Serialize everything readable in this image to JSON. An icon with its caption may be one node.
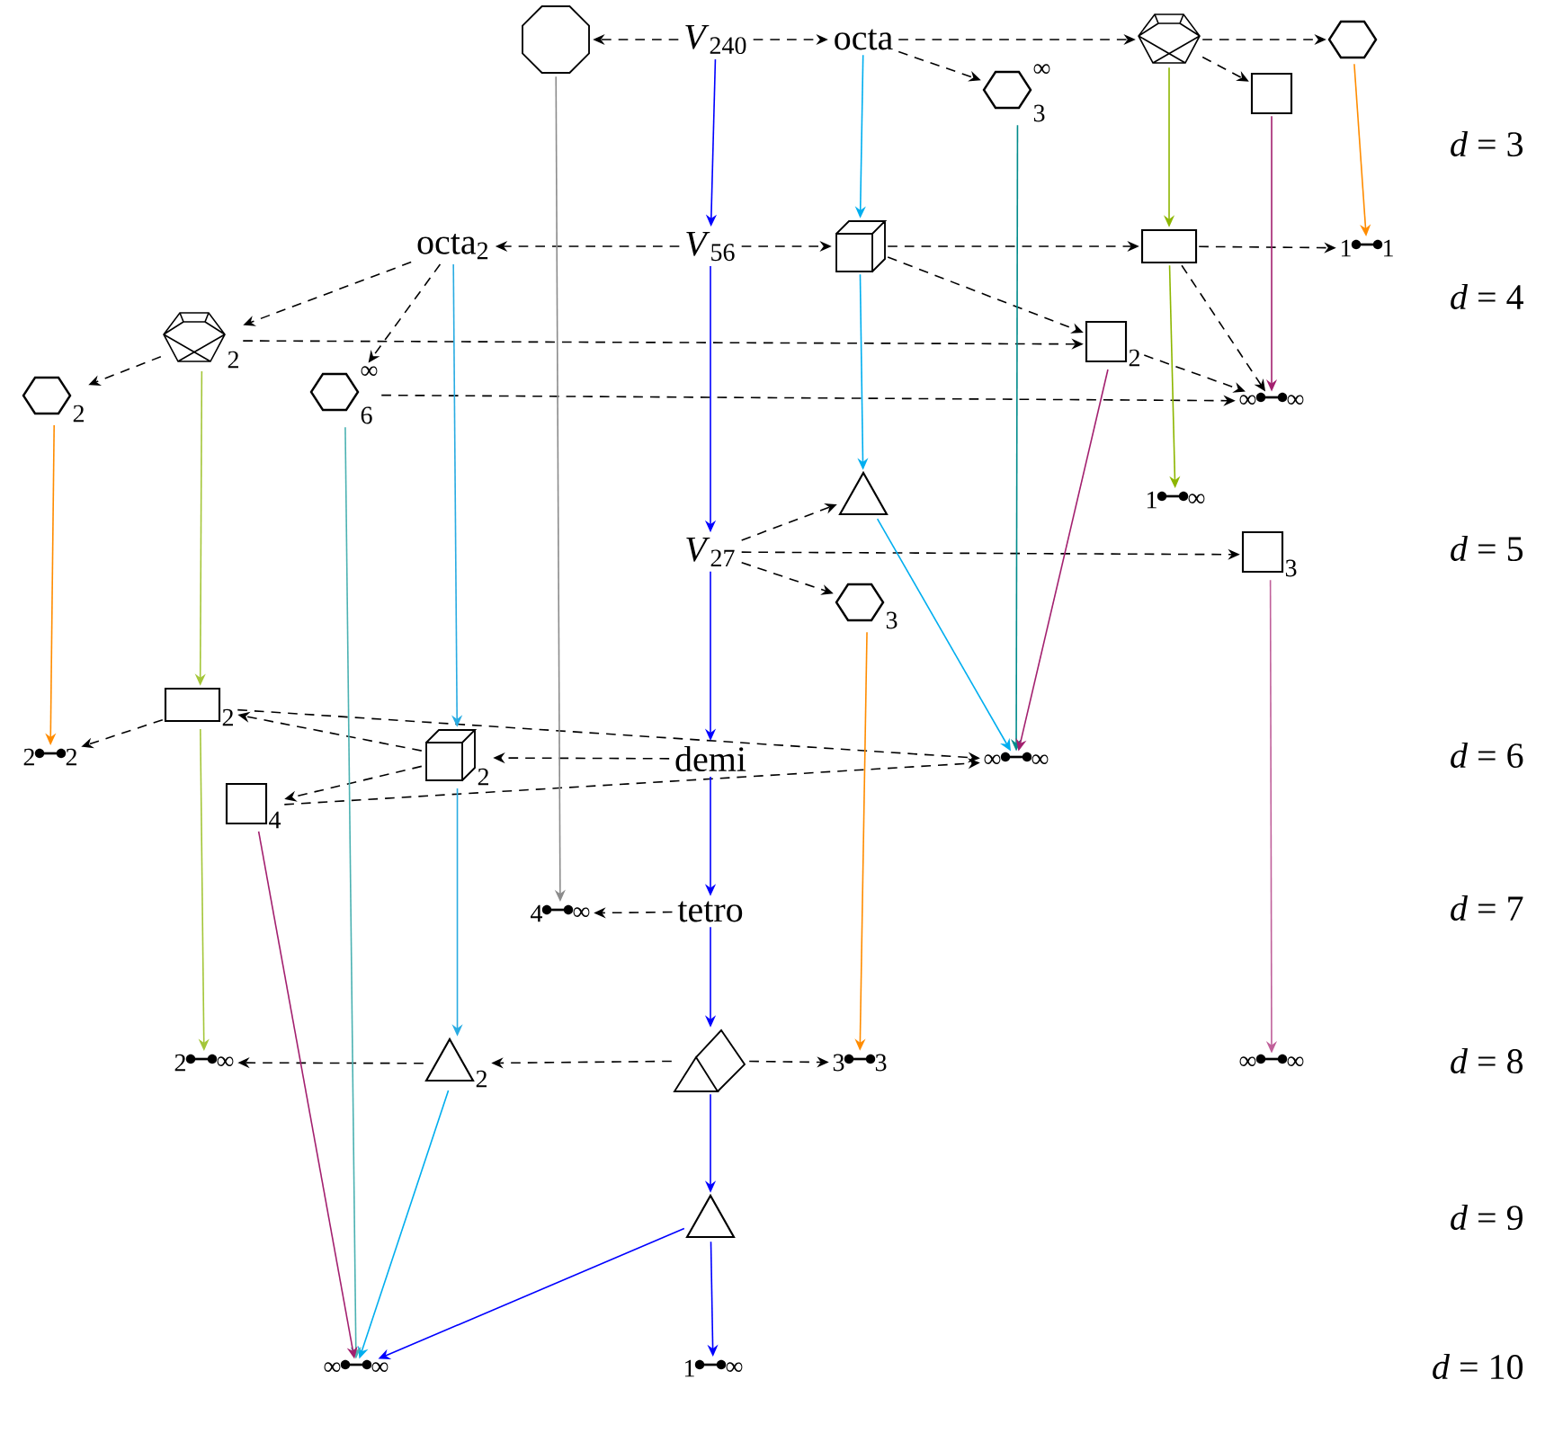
{
  "diagram": {
    "nodes": [
      {
        "text": [],
        "shape": "octagon"
      },
      {
        "text": [
          "*V*$_{240}$"
        ]
      },
      {
        "text": [
          "octa"
        ]
      },
      {
        "text": [
          "∞",
          "3"
        ]
      },
      {
        "text": [],
        "shape": "polyhedron"
      },
      {
        "text": [],
        "shape": "hexagon"
      },
      {
        "text": [],
        "shape": "square"
      },
      {
        "text": [
          "octa$_{2}$"
        ]
      },
      {
        "text": [
          "*V*$_{56}$"
        ]
      },
      {
        "text": [],
        "shape": "cube"
      },
      {
        "text": [],
        "shape": "box"
      },
      {
        "text": [
          "1",
          "1"
        ]
      },
      {
        "text": [
          "2"
        ]
      },
      {
        "text": [
          "2"
        ]
      },
      {
        "text": [
          "2"
        ]
      },
      {
        "text": [
          "∞",
          "6"
        ]
      },
      {
        "text": [
          "∞",
          "∞"
        ]
      },
      {
        "text": [],
        "shape": "triangle"
      },
      {
        "text": [
          "1",
          "∞"
        ]
      },
      {
        "text": [
          "*V*$_{27}$"
        ]
      },
      {
        "text": [
          "3"
        ]
      },
      {
        "text": [
          "3"
        ]
      },
      {
        "text": [
          "2"
        ]
      },
      {
        "text": [
          "2",
          "2"
        ]
      },
      {
        "text": [
          "2"
        ]
      },
      {
        "text": [
          "demi"
        ]
      },
      {
        "text": [
          "∞",
          "∞"
        ]
      },
      {
        "text": [
          "4"
        ]
      },
      {
        "text": [
          "4",
          "∞"
        ]
      },
      {
        "text": [
          "tetro"
        ]
      },
      {
        "text": [
          "2",
          "∞"
        ]
      },
      {
        "text": [
          "2"
        ]
      },
      {
        "text": [],
        "shape": "prism"
      },
      {
        "text": [
          "3",
          "3"
        ]
      },
      {
        "text": [
          "∞",
          "∞"
        ]
      },
      {
        "text": [],
        "shape": "triangle"
      },
      {
        "text": [
          "∞",
          "∞"
        ]
      },
      {
        "text": [
          "1",
          "∞"
        ]
      }
    ],
    "edges": [
      {
        "from": 1,
        "to": 0,
        "arrow": "to",
        "style": "dashed"
      },
      {
        "from": 1,
        "to": 2,
        "arrow": "to",
        "style": "dashed"
      },
      {
        "from": 2,
        "to": 4,
        "arrow": "to",
        "style": "dashed"
      },
      {
        "from": 2,
        "to": 3,
        "arrow": "to",
        "style": "dashed"
      },
      {
        "from": 4,
        "to": 5,
        "arrow": "to",
        "style": "dashed"
      },
      {
        "from": 4,
        "to": 6,
        "arrow": "to",
        "style": "dashed"
      },
      {
        "from": 8,
        "to": 7,
        "arrow": "to",
        "style": "dashed"
      },
      {
        "from": 8,
        "to": 9,
        "arrow": "to",
        "style": "dashed"
      },
      {
        "from": 9,
        "to": 10,
        "arrow": "to",
        "style": "dashed"
      },
      {
        "from": 10,
        "to": 11,
        "arrow": "to",
        "style": "dashed"
      },
      {
        "from": 9,
        "to": 13,
        "arrow": "to",
        "style": "dashed"
      },
      {
        "from": 10,
        "to": 16,
        "arrow": "to",
        "style": "dashed"
      },
      {
        "from": 7,
        "to": 12,
        "arrow": "to",
        "style": "dashed"
      },
      {
        "from": 7,
        "to": 15,
        "arrow": "to",
        "style": "dashed"
      },
      {
        "from": 12,
        "to": 14,
        "arrow": "to",
        "style": "dashed"
      },
      {
        "from": 12,
        "to": 13,
        "arrow": "to",
        "style": "dashed"
      },
      {
        "from": 15,
        "to": 16,
        "arrow": "to",
        "style": "dashed"
      },
      {
        "from": 13,
        "to": 16,
        "arrow": "to",
        "style": "dashed"
      },
      {
        "from": 19,
        "to": 17,
        "arrow": "to",
        "style": "dashed"
      },
      {
        "from": 19,
        "to": 20,
        "arrow": "to",
        "style": "dashed"
      },
      {
        "from": 19,
        "to": 21,
        "arrow": "to",
        "style": "dashed"
      },
      {
        "from": 22,
        "to": 23,
        "arrow": "to",
        "style": "dashed"
      },
      {
        "from": 24,
        "to": 22,
        "arrow": "to",
        "style": "dashed"
      },
      {
        "from": 24,
        "to": 27,
        "arrow": "to",
        "style": "dashed"
      },
      {
        "from": 25,
        "to": 24,
        "arrow": "to",
        "style": "dashed"
      },
      {
        "from": 22,
        "to": 26,
        "arrow": "to",
        "style": "dashed"
      },
      {
        "from": 27,
        "to": 26,
        "arrow": "to",
        "style": "dashed"
      },
      {
        "from": 29,
        "to": 28,
        "arrow": "to",
        "style": "dashed"
      },
      {
        "from": 32,
        "to": 31,
        "arrow": "to",
        "style": "dashed"
      },
      {
        "from": 32,
        "to": 33,
        "arrow": "to",
        "style": "dashed"
      },
      {
        "from": 31,
        "to": 30,
        "arrow": "to",
        "style": "dashed"
      },
      {
        "from": 0,
        "to": 28,
        "arrow": "to",
        "color": "#8c8c8c"
      },
      {
        "from": 1,
        "to": 8,
        "arrow": "to",
        "color": "#0000ff"
      },
      {
        "from": 8,
        "to": 19,
        "arrow": "to",
        "color": "#0000ff"
      },
      {
        "from": 19,
        "to": 25,
        "arrow": "to",
        "color": "#0000ff"
      },
      {
        "from": 25,
        "to": 29,
        "arrow": "to",
        "color": "#0000ff"
      },
      {
        "from": 29,
        "to": 32,
        "arrow": "to",
        "color": "#0000ff"
      },
      {
        "from": 32,
        "to": 35,
        "arrow": "to",
        "color": "#0000ff"
      },
      {
        "from": 35,
        "to": 37,
        "arrow": "to",
        "color": "#0000ff"
      },
      {
        "from": 35,
        "to": 36,
        "arrow": "to",
        "color": "#0000ff"
      },
      {
        "from": 2,
        "to": 9,
        "arrow": "to",
        "color": "#00aeef"
      },
      {
        "from": 9,
        "to": 17,
        "arrow": "to",
        "color": "#00aeef"
      },
      {
        "from": 17,
        "to": 26,
        "arrow": "to",
        "color": "#00aeef"
      },
      {
        "from": 7,
        "to": 24,
        "arrow": "to",
        "color": "#29abe2"
      },
      {
        "from": 24,
        "to": 31,
        "arrow": "to",
        "color": "#29abe2"
      },
      {
        "from": 31,
        "to": 36,
        "arrow": "to",
        "color": "#00aeef"
      },
      {
        "from": 3,
        "to": 26,
        "arrow": "to",
        "color": "#008b8b"
      },
      {
        "from": 15,
        "to": 36,
        "arrow": "to",
        "color": "#4cb2b2"
      },
      {
        "from": 4,
        "to": 10,
        "arrow": "to",
        "color": "#8db600"
      },
      {
        "from": 10,
        "to": 18,
        "arrow": "to",
        "color": "#8db600"
      },
      {
        "from": 12,
        "to": 22,
        "arrow": "to",
        "color": "#a4c639"
      },
      {
        "from": 22,
        "to": 30,
        "arrow": "to",
        "color": "#a4c639"
      },
      {
        "from": 5,
        "to": 11,
        "arrow": "to",
        "color": "#ff8c00"
      },
      {
        "from": 14,
        "to": 23,
        "arrow": "to",
        "color": "#ff8c00"
      },
      {
        "from": 21,
        "to": 33,
        "arrow": "to",
        "color": "#ff8c00"
      },
      {
        "from": 6,
        "to": 16,
        "arrow": "to",
        "color": "#a3206f"
      },
      {
        "from": 13,
        "to": 26,
        "arrow": "to",
        "color": "#a3206f"
      },
      {
        "from": 20,
        "to": 34,
        "arrow": "to",
        "color": "#c0609a"
      },
      {
        "from": 27,
        "to": 36,
        "arrow": "to",
        "color": "#a3206f"
      }
    ],
    "labels": [
      "*d* = 3",
      "*d* = 4",
      "*d* = 5",
      "*d* = 6",
      "*d* = 7",
      "*d* = 8",
      "*d* = 9",
      "*d* = 10"
    ]
  }
}
